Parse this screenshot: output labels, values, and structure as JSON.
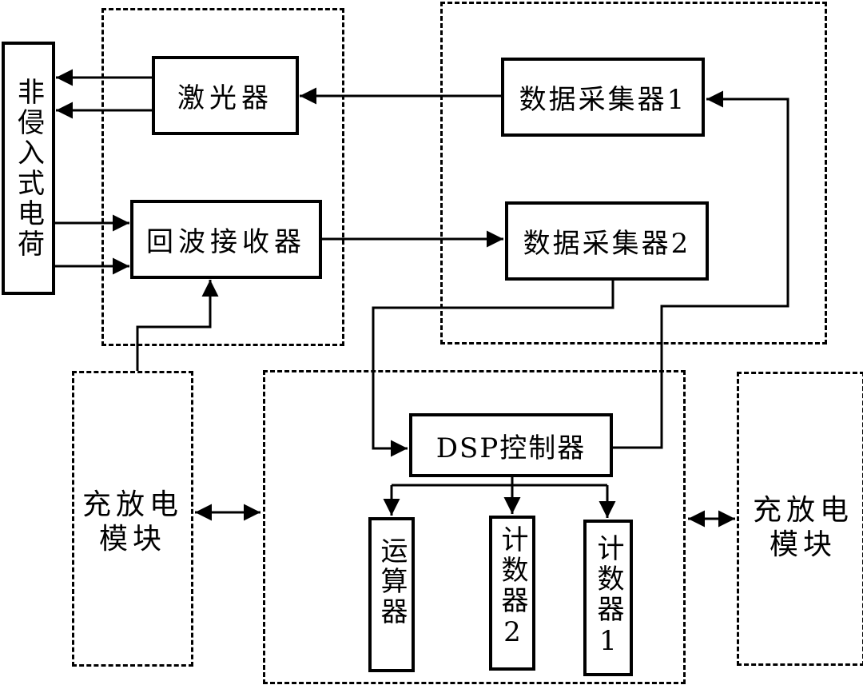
{
  "blocks": {
    "charge": "非侵入式电荷",
    "laser": "激光器",
    "echo_receiver": "回波接收器",
    "collector1": "数据采集器1",
    "collector2": "数据采集器2",
    "dsp": "DSP控制器",
    "alu": "运算器",
    "counter2": "计数器2",
    "counter1": "计数器1",
    "charge_module_left": {
      "line1": "充放电",
      "line2": "模块"
    },
    "charge_module_right": {
      "line1": "充放电",
      "line2": "模块"
    }
  }
}
